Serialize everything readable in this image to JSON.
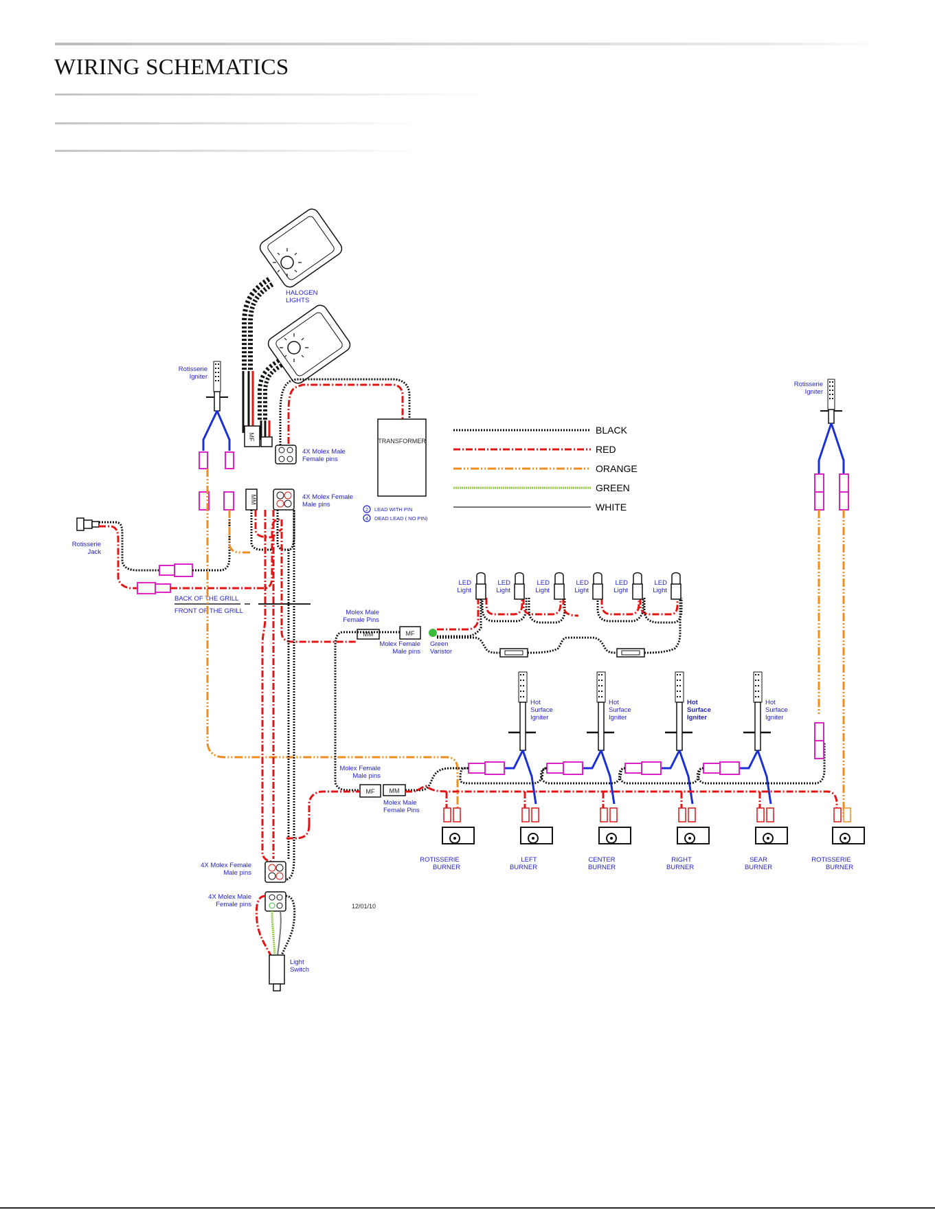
{
  "header": {
    "title": "WIRING SCHEMATICS"
  },
  "legend": [
    {
      "label": "BLACK",
      "color": "#111111"
    },
    {
      "label": "RED",
      "color": "#e41414"
    },
    {
      "label": "ORANGE",
      "color": "#f08c1e"
    },
    {
      "label": "GREEN",
      "color": "#8fce3a"
    },
    {
      "label": "WHITE",
      "color": "#777777"
    }
  ],
  "labels": {
    "halogen_1": "HALOGEN",
    "halogen_2": "LIGHTS",
    "rot_ign_left_1": "Rotisserie",
    "rot_ign_left_2": "Igniter",
    "rot_ign_right_1": "Rotisserie",
    "rot_ign_right_2": "Igniter",
    "molex_male_top_1": "4X Molex Male",
    "molex_male_top_2": "Female pins",
    "molex_female_top_1": "4X Molex Female",
    "molex_female_top_2": "Male pins",
    "transformer": "TRANSFORMER",
    "lead_pin": "LEAD WITH PIN",
    "lead_pin_num": "2",
    "dead_lead": "DEAD LEAD   ( NO PIN)",
    "dead_lead_num": "4",
    "rot_jack_1": "Rotisserie",
    "rot_jack_2": "Jack",
    "back_grill": "BACK OF THE GRILL",
    "front_grill": "FRONT OF THE GRILL",
    "mm_top_1": "Molex Male",
    "mm_top_2": "Female Pins",
    "mf_mid_1": "Molex Female",
    "mf_mid_2": "Male pins",
    "varistor_1": "Green",
    "varistor_2": "Varistor",
    "led_1": "LED",
    "led_2": "Light",
    "hsi_1": "Hot",
    "hsi_2": "Surface",
    "hsi_3": "Igniter",
    "mf_low_1": "Molex Female",
    "mf_low_2": "Male pins",
    "mm_low_1": "Molex Male",
    "mm_low_2": "Female Pins",
    "molex_female_bot_1": "4X Molex Female",
    "molex_female_bot_2": "Male pins",
    "molex_male_bot_1": "4X Molex Male",
    "molex_male_bot_2": "Female pins",
    "light_switch_1": "Light",
    "light_switch_2": "Switch",
    "date": "12/01/10",
    "mf_tag": "MF",
    "mm_tag": "MM"
  },
  "burners": [
    {
      "l1": "ROTISSERIE",
      "l2": "BURNER"
    },
    {
      "l1": "LEFT",
      "l2": "BURNER"
    },
    {
      "l1": "CENTER",
      "l2": "BURNER"
    },
    {
      "l1": "RIGHT",
      "l2": "BURNER"
    },
    {
      "l1": "SEAR",
      "l2": "BURNER"
    },
    {
      "l1": "ROTISSERIE",
      "l2": "BURNER"
    }
  ]
}
